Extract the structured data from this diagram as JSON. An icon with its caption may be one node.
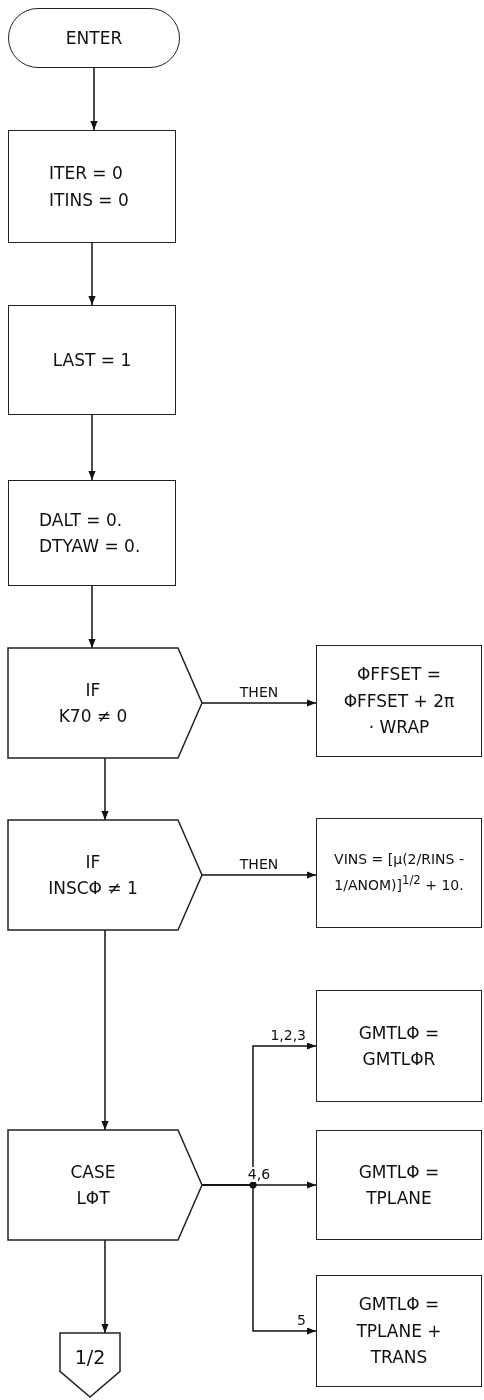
{
  "diagram": {
    "nodes": [
      {
        "text": [
          "ENTER"
        ]
      },
      {
        "text": [
          "ITER = 0",
          "ITINS = 0"
        ]
      },
      {
        "text": [
          "LAST = 1"
        ]
      },
      {
        "text": [
          "DALT = 0.",
          "DTYAW = 0."
        ]
      },
      {
        "text": [
          "IF",
          "K70 ≠ 0"
        ]
      },
      {
        "text": [
          "ΦFFSET = ΦFFSET + 2π · WRAP"
        ]
      },
      {
        "text": [
          "IF",
          "INSCΦ ≠ 1"
        ]
      },
      {
        "text": [
          "VINS = [μ(2/RINS - 1/ANOM)]$^{1/2}$ + 10."
        ]
      },
      {
        "text": [
          "CASE",
          "LΦT"
        ]
      },
      {
        "text": [
          "GMTLΦ = GMTLΦR"
        ]
      },
      {
        "text": [
          "GMTLΦ = TPLANE"
        ]
      },
      {
        "text": [
          "GMTLΦ = TPLANE + TRANS"
        ]
      },
      {
        "text": [
          "1/2"
        ]
      }
    ],
    "edges": [
      {
        "from": 0,
        "to": 1,
        "arrow": "to"
      },
      {
        "from": 1,
        "to": 2,
        "arrow": "to"
      },
      {
        "from": 2,
        "to": 3,
        "arrow": "to"
      },
      {
        "from": 3,
        "to": 4,
        "arrow": "to"
      },
      {
        "from": 4,
        "to": 5,
        "arrow": "to",
        "label": "THEN"
      },
      {
        "from": 4,
        "to": 6,
        "arrow": "to"
      },
      {
        "from": 6,
        "to": 7,
        "arrow": "to",
        "label": "THEN"
      },
      {
        "from": 6,
        "to": 8,
        "arrow": "to"
      },
      {
        "from": 8,
        "to": 9,
        "arrow": "to",
        "label": "1,2,3"
      },
      {
        "from": 8,
        "to": 10,
        "arrow": "to",
        "label": "4,6"
      },
      {
        "from": 8,
        "to": 11,
        "arrow": "to",
        "label": "5"
      },
      {
        "from": 8,
        "to": 12,
        "arrow": "to"
      }
    ]
  }
}
